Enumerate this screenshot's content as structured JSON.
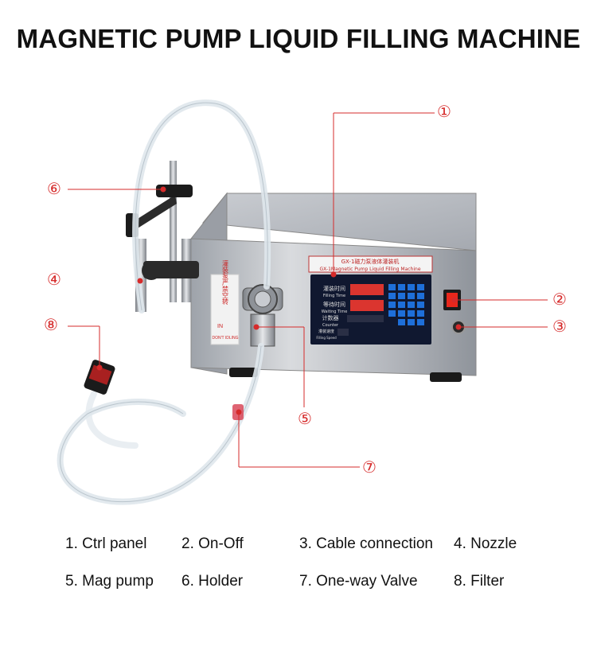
{
  "title": "MAGNETIC PUMP LIQUID FILLING MACHINE",
  "machine": {
    "panel_header_cn": "GX-1磁力泵液体灌装机",
    "panel_header_en": "GX-1Magnetic Pump Liquid Filling Machine",
    "label_filling_time_cn": "灌装时间",
    "label_filling_time_en": "Filling Time",
    "label_waiting_time_cn": "等待时间",
    "label_waiting_time_en": "Waiting Time",
    "label_counter_cn": "计数器",
    "label_counter_en": "Counter",
    "label_speed_cn": "灌装速度",
    "label_speed_en": "Filling Speed",
    "side_label_cn": "灌装泵严禁空转",
    "side_label_in": "IN",
    "side_label_warning": "DON'T IDLING"
  },
  "callouts": [
    {
      "id": "1",
      "symbol": "①"
    },
    {
      "id": "2",
      "symbol": "②"
    },
    {
      "id": "3",
      "symbol": "③"
    },
    {
      "id": "4",
      "symbol": "④"
    },
    {
      "id": "5",
      "symbol": "⑤"
    },
    {
      "id": "6",
      "symbol": "⑥"
    },
    {
      "id": "7",
      "symbol": "⑦"
    },
    {
      "id": "8",
      "symbol": "⑧"
    }
  ],
  "legend": [
    "1. Ctrl panel",
    "2. On-Off",
    "3. Cable connection",
    "4. Nozzle",
    "5. Mag pump",
    "6. Holder",
    "7. One-way Valve",
    "8. Filter"
  ],
  "colors": {
    "accent": "#d62b2b",
    "panel": "#101830",
    "button": "#1e6fd9",
    "switch": "#e8271c",
    "steel": "#b9bcc2"
  }
}
